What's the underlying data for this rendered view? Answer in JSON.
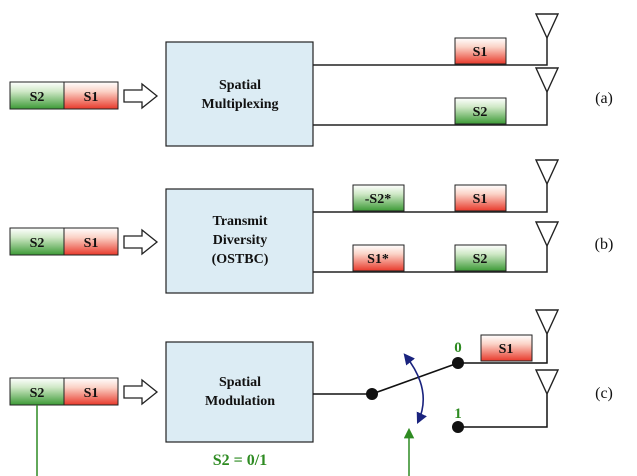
{
  "colors": {
    "red_symbol": "#ef4a3c",
    "green_symbol": "#3f9a3a",
    "block_fill": "#dcecf4",
    "switch_blue": "#1a237e",
    "green_text": "#2e8b22"
  },
  "panels": {
    "a": {
      "input": {
        "s2": "S2",
        "s1": "S1"
      },
      "block_line1": "Spatial",
      "block_line2": "Multiplexing",
      "ant1_symbol": "S1",
      "ant2_symbol": "S2",
      "label": "(a)"
    },
    "b": {
      "input": {
        "s2": "S2",
        "s1": "S1"
      },
      "block_line1": "Transmit",
      "block_line2": "Diversity",
      "block_line3": "(OSTBC)",
      "ant1_sym_a": "-S2*",
      "ant1_sym_b": "S1",
      "ant2_sym_a": "S1*",
      "ant2_sym_b": "S2",
      "label": "(b)"
    },
    "c": {
      "input": {
        "s2": "S2",
        "s1": "S1"
      },
      "block_line1": "Spatial",
      "block_line2": "Modulation",
      "switch_label_0": "0",
      "switch_label_1": "1",
      "ant1_symbol": "S1",
      "control_label": "S2 = 0/1",
      "label": "(c)"
    }
  }
}
